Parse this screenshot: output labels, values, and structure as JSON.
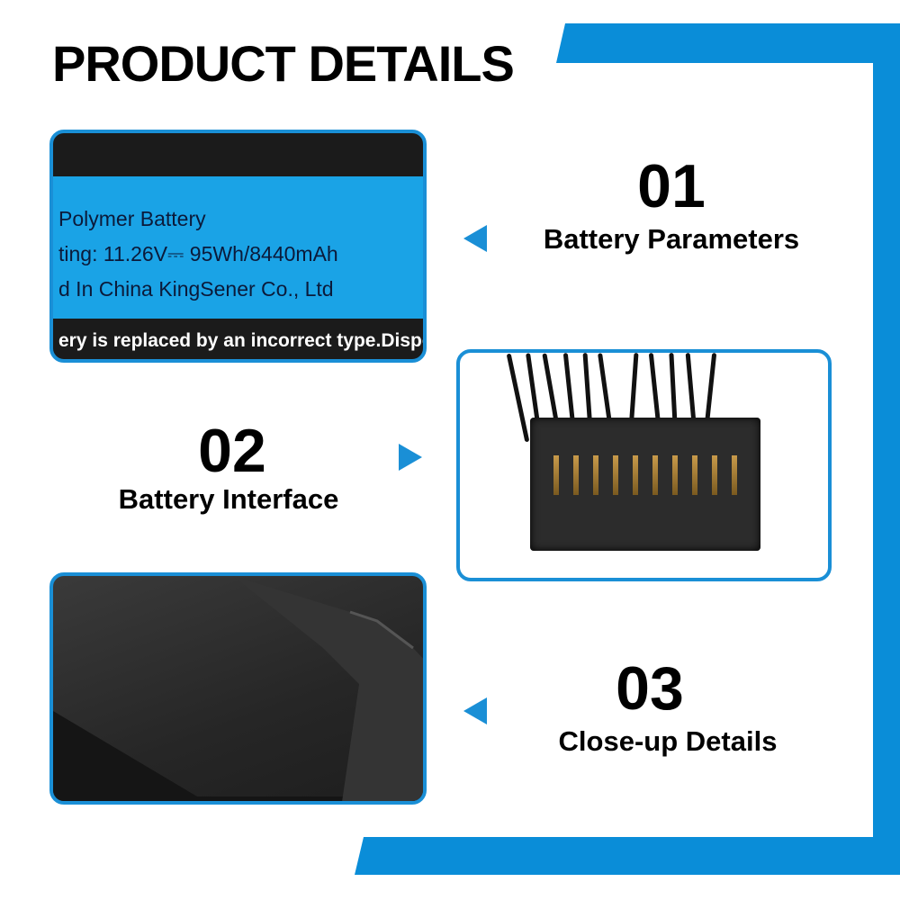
{
  "header": {
    "title": "PRODUCT DETAILS"
  },
  "colors": {
    "accent": "#0A8DD8"
  },
  "sections": [
    {
      "number": "01",
      "caption": "Battery Parameters",
      "arrow": "triangle-left-icon"
    },
    {
      "number": "02",
      "caption": "Battery Interface",
      "arrow": "triangle-right-icon"
    },
    {
      "number": "03",
      "caption": "Close-up Details",
      "arrow": "triangle-left-icon"
    }
  ],
  "label_photo": {
    "line1": "Polymer Battery",
    "line2": "ting: 11.26V⎓ 95Wh/8440mAh",
    "line3": "d In China  KingSener Co., Ltd",
    "line4": "ery is replaced by an incorrect type.Dispo"
  }
}
